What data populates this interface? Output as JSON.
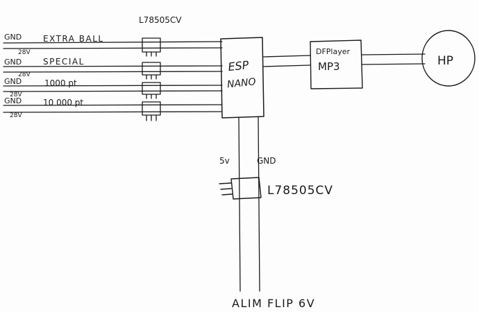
{
  "diagram": {
    "top_regulator_label": "L78505CV",
    "inputs": [
      {
        "gnd": "GND",
        "name": "EXTRA BALL",
        "volt": "28V"
      },
      {
        "gnd": "GND",
        "name": "SPECIAL",
        "volt": "28V"
      },
      {
        "gnd": "GND",
        "name": "1000 pt",
        "volt": "28V"
      },
      {
        "gnd": "GND",
        "name": "10 000 pt",
        "volt": "28V"
      }
    ],
    "esp": {
      "line1": "ESP",
      "line2": "NANO"
    },
    "dfplayer": {
      "line1": "DFPlayer",
      "line2": "MP3"
    },
    "speaker": {
      "label": "HP"
    },
    "bottom_regulator": {
      "label": "L78505CV",
      "left_pin": "5v",
      "right_pin": "GND"
    },
    "power": {
      "label": "ALIM FLIP 6V"
    }
  }
}
